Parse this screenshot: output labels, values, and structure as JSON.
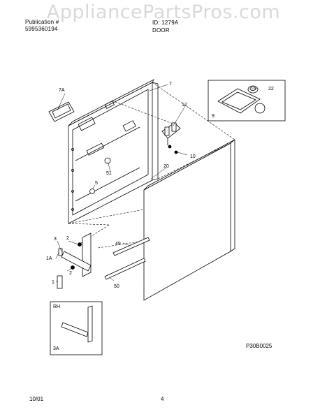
{
  "watermark": "AppliancePartsPros.com",
  "header": {
    "line1_left": "Publication #",
    "line2_left": "5995360194",
    "line1_right": "ID: 1279A",
    "line2_right": "DOOR"
  },
  "callouts": {
    "c7": "7",
    "c7a": "7A",
    "c22": "22",
    "c9": "9",
    "c12": "12",
    "c10": "10",
    "c20": "20",
    "c51": "51",
    "c5": "5",
    "c3": "3",
    "c2a": "2",
    "c1a": "1A",
    "c2b": "2",
    "c1": "1",
    "c49": "49",
    "c50": "50",
    "rh": "RH",
    "c3a": "3A"
  },
  "diagram_code": "P30B0025",
  "footer": {
    "date": "10/01",
    "page": "4"
  }
}
